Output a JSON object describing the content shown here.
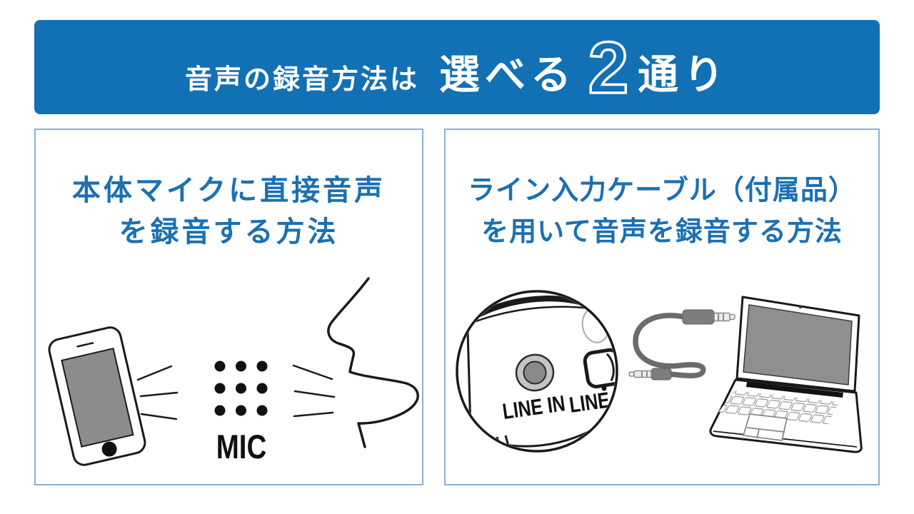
{
  "header": {
    "prefix": "音声の録音方法は",
    "emphasis": "選べる",
    "count": "2",
    "suffix": "通り"
  },
  "left_panel": {
    "title_line1": "本体マイクに直接音声",
    "title_line2": "を録音する方法",
    "mic_label": "MIC",
    "illustration_elements": [
      "smartphone",
      "sound-waves",
      "mic-dot-grid-3x3",
      "face-profile"
    ]
  },
  "right_panel": {
    "title_line1": "ライン入力ケーブル（付属品）",
    "title_line2": "を用いて音声を録音する方法",
    "jack_label_primary": "LINE IN",
    "jack_label_secondary": "LINE",
    "illustration_elements": [
      "line-in-jack-closeup-circle",
      "audio-cable-3.5mm",
      "laptop"
    ]
  },
  "colors": {
    "header_bg": "#1270b5",
    "header_text": "#ffffff",
    "title_text": "#1b70b3",
    "panel_border": "#8ab2d6",
    "line_art": "#1a1a1a",
    "screen_gray": "#8c8c8c",
    "cable_gray": "#6b6b6b"
  }
}
